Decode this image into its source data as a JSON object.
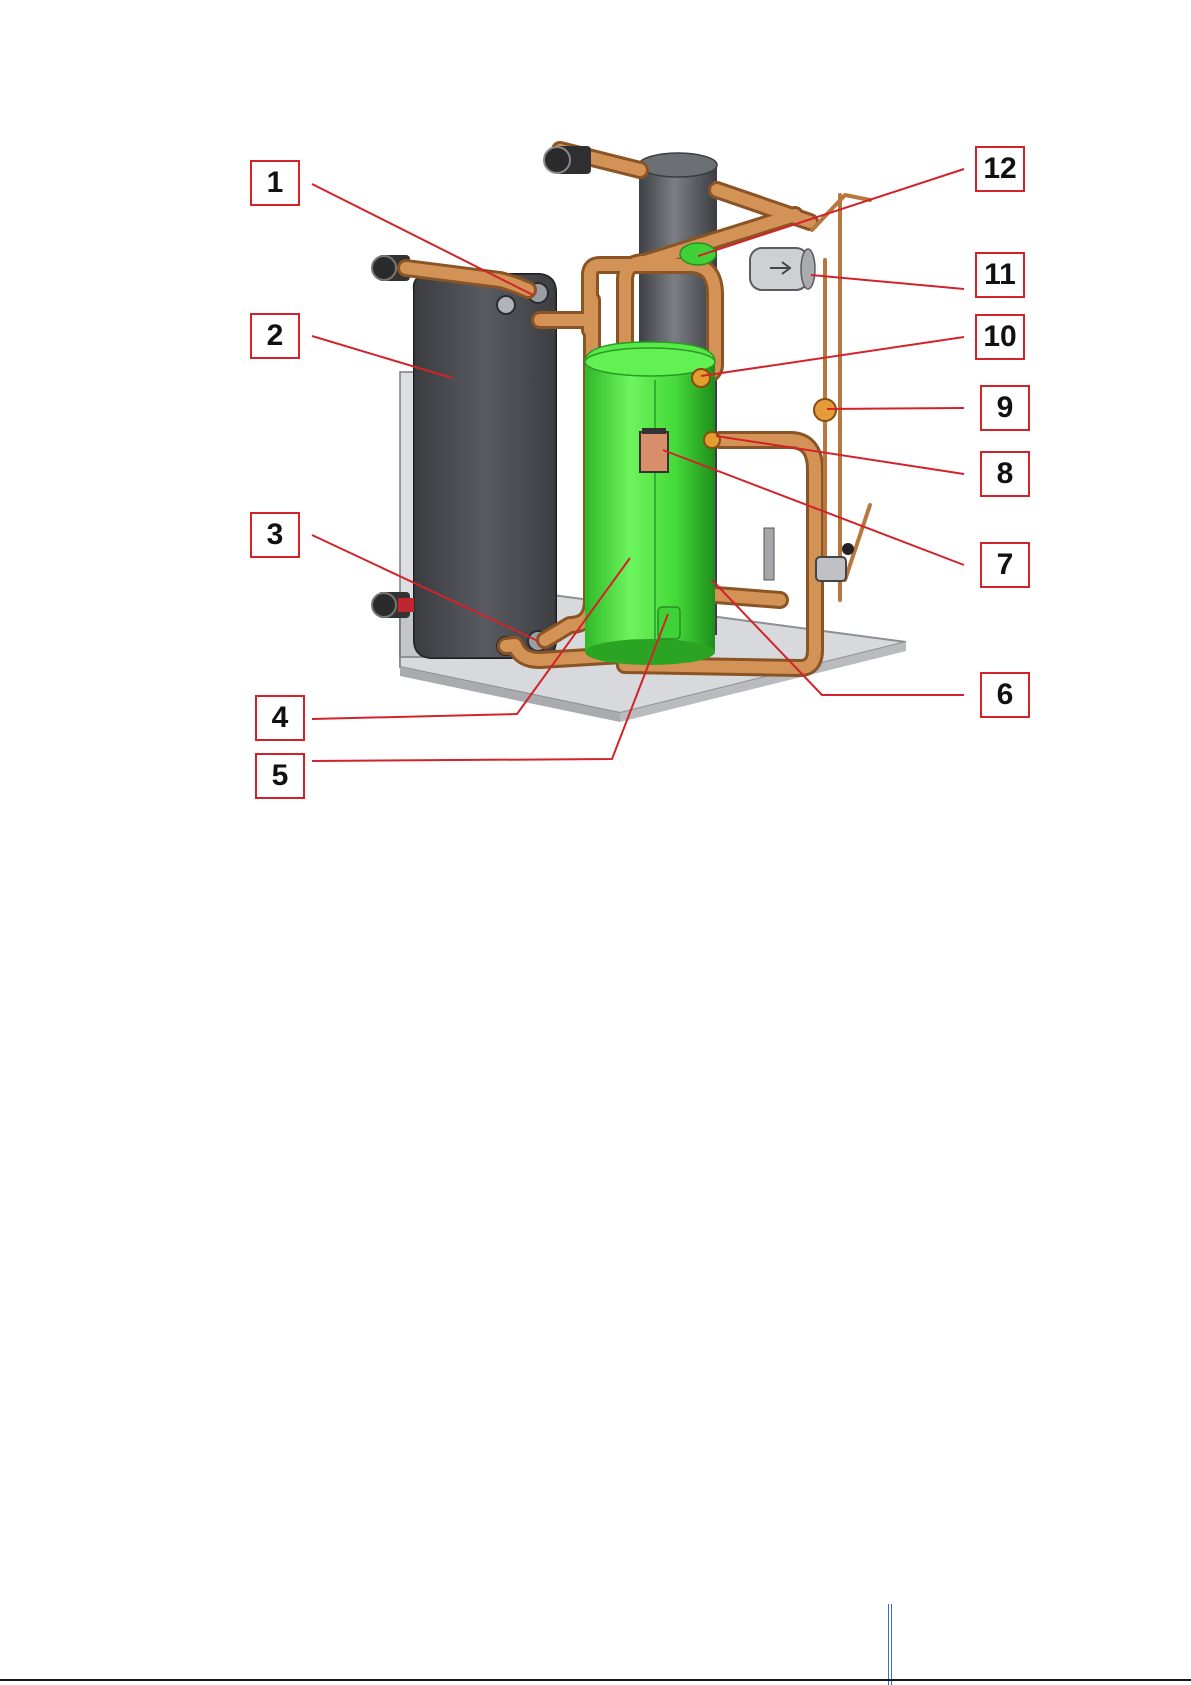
{
  "callouts": [
    {
      "id": "1",
      "label": "1"
    },
    {
      "id": "2",
      "label": "2"
    },
    {
      "id": "3",
      "label": "3"
    },
    {
      "id": "4",
      "label": "4"
    },
    {
      "id": "5",
      "label": "5"
    },
    {
      "id": "6",
      "label": "6"
    },
    {
      "id": "7",
      "label": "7"
    },
    {
      "id": "8",
      "label": "8"
    },
    {
      "id": "9",
      "label": "9"
    },
    {
      "id": "10",
      "label": "10"
    },
    {
      "id": "11",
      "label": "11"
    },
    {
      "id": "12",
      "label": "12"
    }
  ],
  "colors": {
    "callout_red": "#d2232a",
    "compressor_green": "#49e23c",
    "copper": "#c98a4a",
    "exchanger_dark": "#3a3d42",
    "tank_gray": "#5b5e63",
    "base_plate": "#d8d9dc"
  }
}
